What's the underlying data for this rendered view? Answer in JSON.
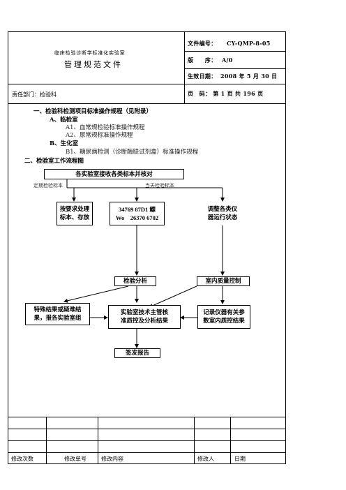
{
  "header": {
    "org": "临床检验诊断学标准化实验室",
    "title": "管理规范文件",
    "doc_no_label": "文件编号：",
    "doc_no_value": "CY-QMP-8-05",
    "version_label": "版　　序：",
    "version_value": "A/0",
    "effective_label": "生效日期：",
    "effective_value": "2008 年 5 月 30 日",
    "dept": "责任部门：检验科",
    "page": "页　码： 第 1 页 共 196 页"
  },
  "outline": {
    "s1": "一、检验科检测项目标准操作规程（见附录）",
    "a": "A、临检室",
    "a1": "A1、血常规检验标准操作规程",
    "a2": "A2、尿常规标准操作规程",
    "b": "B、生化室",
    "b1": "B1、糖尿病检测（诊断酶联试剂盒）标准操作规程",
    "s2": "二、检验室工作流程图"
  },
  "flow": {
    "receive": "各实验室接收各类标本并核对",
    "scheduled_label": "定期检验标本",
    "sameday_label": "当天检验标本",
    "store_l1": "按要求处理",
    "store_l2": "标本、存放",
    "code_l1": "34769 87D1 鳔",
    "code_l2": "Wo　26370 6702",
    "adjust_l1": "调整各类仪",
    "adjust_l2": "器运行状态",
    "analysis": "检验分析",
    "qc": "室内质量控制",
    "special_l1": "特殊结果或疑难结",
    "special_l2": "果，报各实验室组",
    "review_l1": "实验室技术主管核",
    "review_l2": "准质控及分析结果",
    "record_l1": "记录仪器有关参",
    "record_l2": "数室内质控结果",
    "sign": "签发报告"
  },
  "revision_table": {
    "headers": [
      "修改次数",
      "修改单号",
      "修改内容",
      "修改人",
      "日期"
    ]
  }
}
